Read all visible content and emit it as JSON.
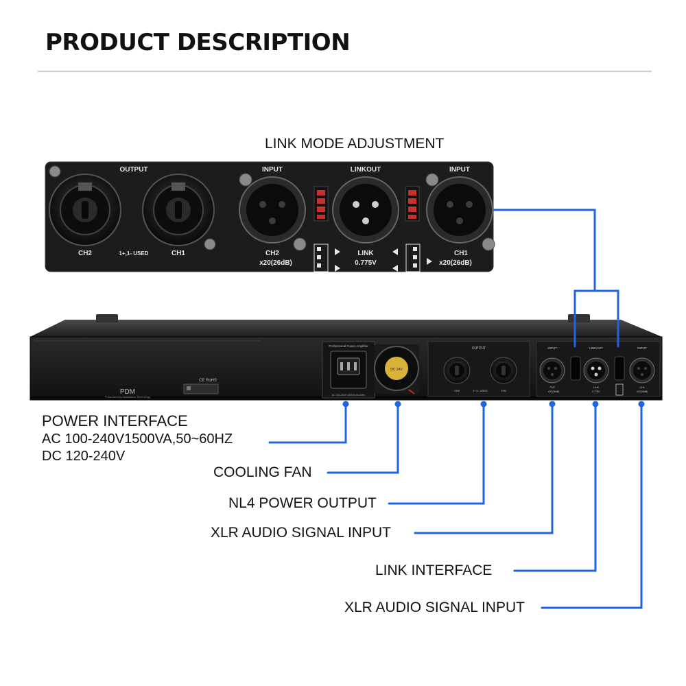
{
  "heading": "PRODUCT DESCRIPTION",
  "inset_title": "LINK MODE ADJUSTMENT",
  "inset_panel": {
    "output": "OUTPUT",
    "input_left": "INPUT",
    "linkout": "LINKOUT",
    "input_right": "INPUT",
    "ch2": "CH2",
    "used": "1+,1- USED",
    "ch1": "CH1",
    "in_ch2": "CH2",
    "gain_left": "x20(26dB)",
    "link": "LINK",
    "link_voltage": "0.775V",
    "in_ch1": "CH1",
    "gain_right": "x20(26dB)"
  },
  "device": {
    "brand": "PDM",
    "brand_sub": "Pulse Density Modulation Technology",
    "certs": "CE RoHS",
    "power_label": "Professional Power Amplifier",
    "power_small": "AC 100-240V 1500VA 50-60Hz",
    "fan_label": "DC 24V",
    "output": "OUTPUT",
    "input": "INPUT",
    "linkout": "LINKOUT",
    "input2": "INPUT",
    "ch2": "CH2",
    "used": "1+,1- USED",
    "ch1": "CH1",
    "in_ch2": "CH2",
    "gain_left": "x20(26dB)",
    "link": "LINK",
    "link_voltage": "0.775V",
    "in_ch1": "CH1",
    "gain_right": "x20(26dB)"
  },
  "callouts": {
    "power_interface": "POWER INTERFACE",
    "power_ac": "AC 100-240V1500VA,50~60HZ",
    "power_dc": "DC 120-240V",
    "cooling_fan": "COOLING FAN",
    "nl4_output": "NL4 POWER OUTPUT",
    "xlr_input_1": "XLR AUDIO SIGNAL INPUT",
    "link_interface": "LINK INTERFACE",
    "xlr_input_2": "XLR AUDIO SIGNAL INPUT"
  },
  "colors": {
    "accent_line": "#1f64e0",
    "panel": "#1c1c1e",
    "panel_text": "#e6e6e6",
    "dip_switch": "#c8302f"
  }
}
